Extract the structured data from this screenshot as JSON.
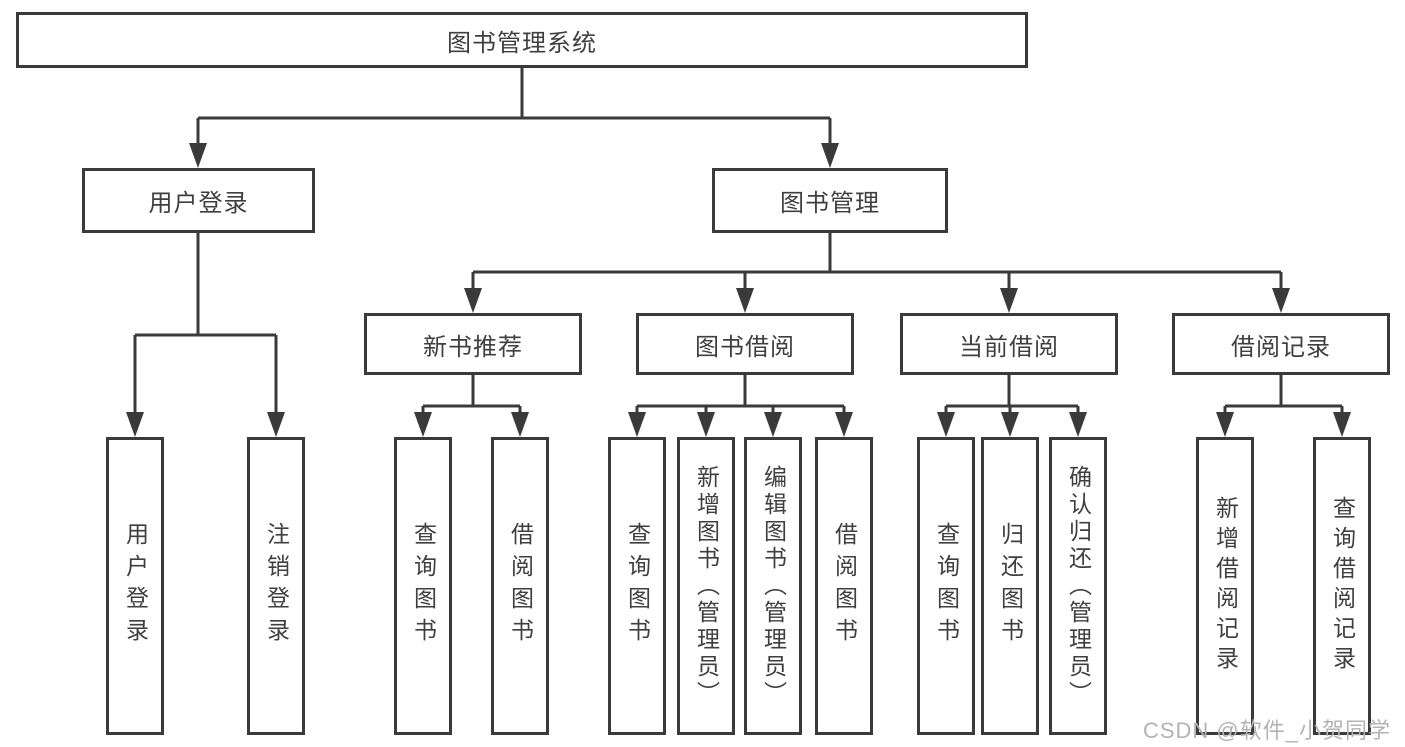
{
  "diagram": {
    "tree": {
      "label": "图书管理系统",
      "children": [
        {
          "label": "用户登录",
          "children": [
            {
              "label": "用户登录"
            },
            {
              "label": "注销登录"
            }
          ]
        },
        {
          "label": "图书管理",
          "children": [
            {
              "label": "新书推荐",
              "children": [
                {
                  "label": "查询图书"
                },
                {
                  "label": "借阅图书"
                }
              ]
            },
            {
              "label": "图书借阅",
              "children": [
                {
                  "label": "查询图书"
                },
                {
                  "label": "新增图书（管理员）"
                },
                {
                  "label": "编辑图书（管理员）"
                },
                {
                  "label": "借阅图书"
                }
              ]
            },
            {
              "label": "当前借阅",
              "children": [
                {
                  "label": "查询图书"
                },
                {
                  "label": "归还图书"
                },
                {
                  "label": "确认归还（管理员）"
                }
              ]
            },
            {
              "label": "借阅记录",
              "children": [
                {
                  "label": "新增借阅记录"
                },
                {
                  "label": "查询借阅记录"
                }
              ]
            }
          ]
        }
      ]
    },
    "colors": {
      "line": "#3a3a3a",
      "text": "#3f3f3f",
      "background": "#ffffff",
      "watermark": "#b3b3b3"
    }
  },
  "watermark": "CSDN @软件_小贺同学"
}
